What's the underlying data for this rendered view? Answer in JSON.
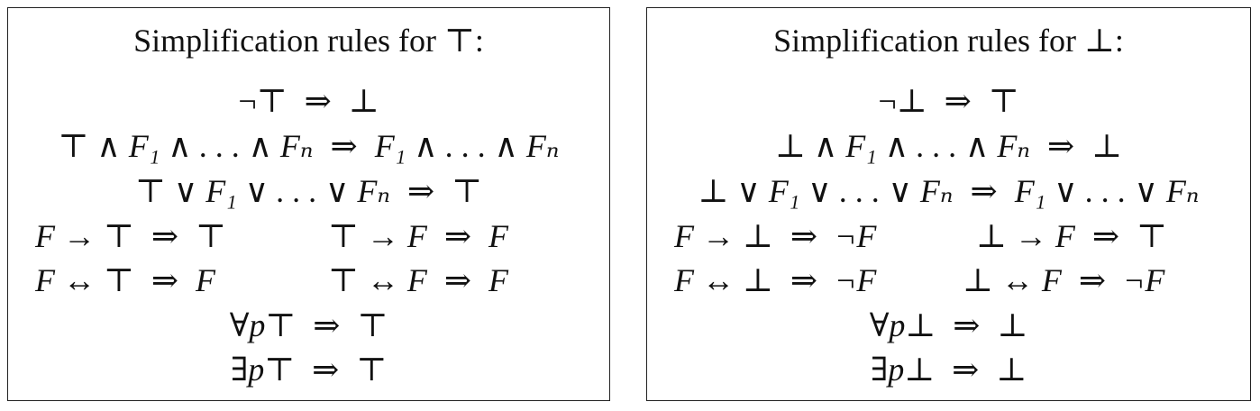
{
  "top_panel": {
    "title": "Simplification rules for ⊤:",
    "rules": [
      {
        "lhs": "¬⊤",
        "rhs": "⊥"
      },
      {
        "lhs": "⊤ ∧ F₁ ∧ . . . ∧ Fₙ",
        "rhs": "F₁ ∧ . . . ∧ Fₙ"
      },
      {
        "lhs": "⊤ ∨ F₁ ∨ . . . ∨ Fₙ",
        "rhs": "⊤"
      },
      {
        "lhs": "F → ⊤",
        "rhs": "⊤",
        "lhs2": "⊤ → F",
        "rhs2": "F"
      },
      {
        "lhs": "F ↔ ⊤",
        "rhs": "F",
        "lhs2": "⊤ ↔ F",
        "rhs2": "F"
      },
      {
        "lhs": "∀p⊤",
        "rhs": "⊤"
      },
      {
        "lhs": "∃p⊤",
        "rhs": "⊤"
      }
    ]
  },
  "bottom_panel": {
    "title": "Simplification rules for ⊥:",
    "rules": [
      {
        "lhs": "¬⊥",
        "rhs": "⊤"
      },
      {
        "lhs": "⊥ ∧ F₁ ∧ . . . ∧ Fₙ",
        "rhs": "⊥"
      },
      {
        "lhs": "⊥ ∨ F₁ ∨ . . . ∨ Fₙ",
        "rhs": "F₁ ∨ . . . ∨ Fₙ"
      },
      {
        "lhs": "F → ⊥",
        "rhs": "¬F",
        "lhs2": "⊥ → F",
        "rhs2": "⊤"
      },
      {
        "lhs": "F ↔ ⊥",
        "rhs": "¬F",
        "lhs2": "⊥ ↔ F",
        "rhs2": "¬F"
      },
      {
        "lhs": "∀p⊥",
        "rhs": "⊥"
      },
      {
        "lhs": "∃p⊥",
        "rhs": "⊥"
      }
    ]
  },
  "arrow": "⇒"
}
